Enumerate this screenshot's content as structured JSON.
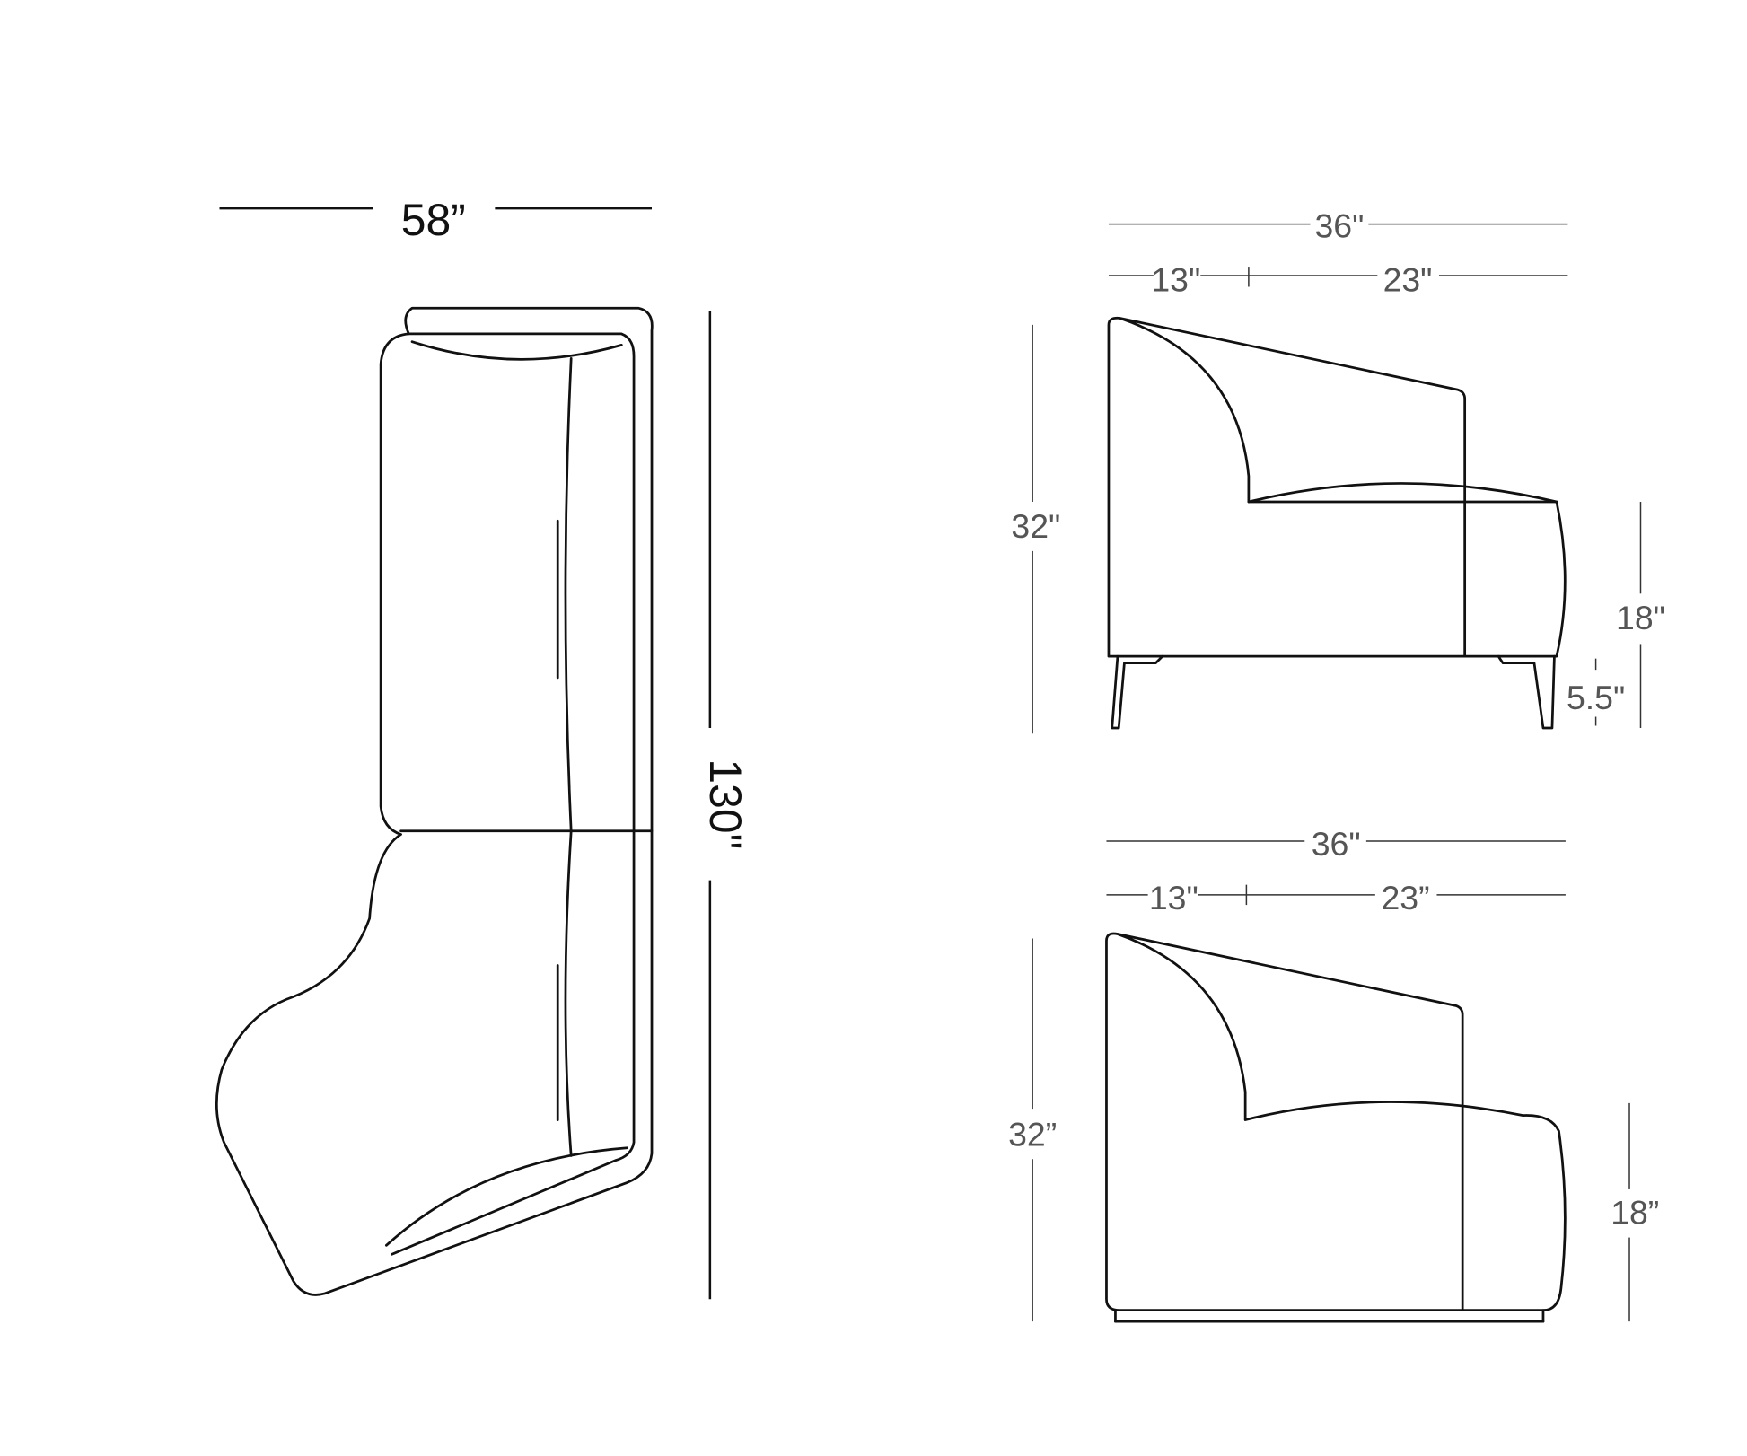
{
  "plan": {
    "width_label": "58”",
    "length_label": "130\""
  },
  "side_legs": {
    "total_depth": "36\"",
    "arm_depth": "13\"",
    "seat_depth": "23\"",
    "height": "32\"",
    "seat_height": "18\"",
    "leg_height": "5.5\""
  },
  "side_plinth": {
    "total_depth": "36\"",
    "arm_depth": "13\"",
    "seat_depth": "23”",
    "height": "32”",
    "seat_height": "18”"
  }
}
